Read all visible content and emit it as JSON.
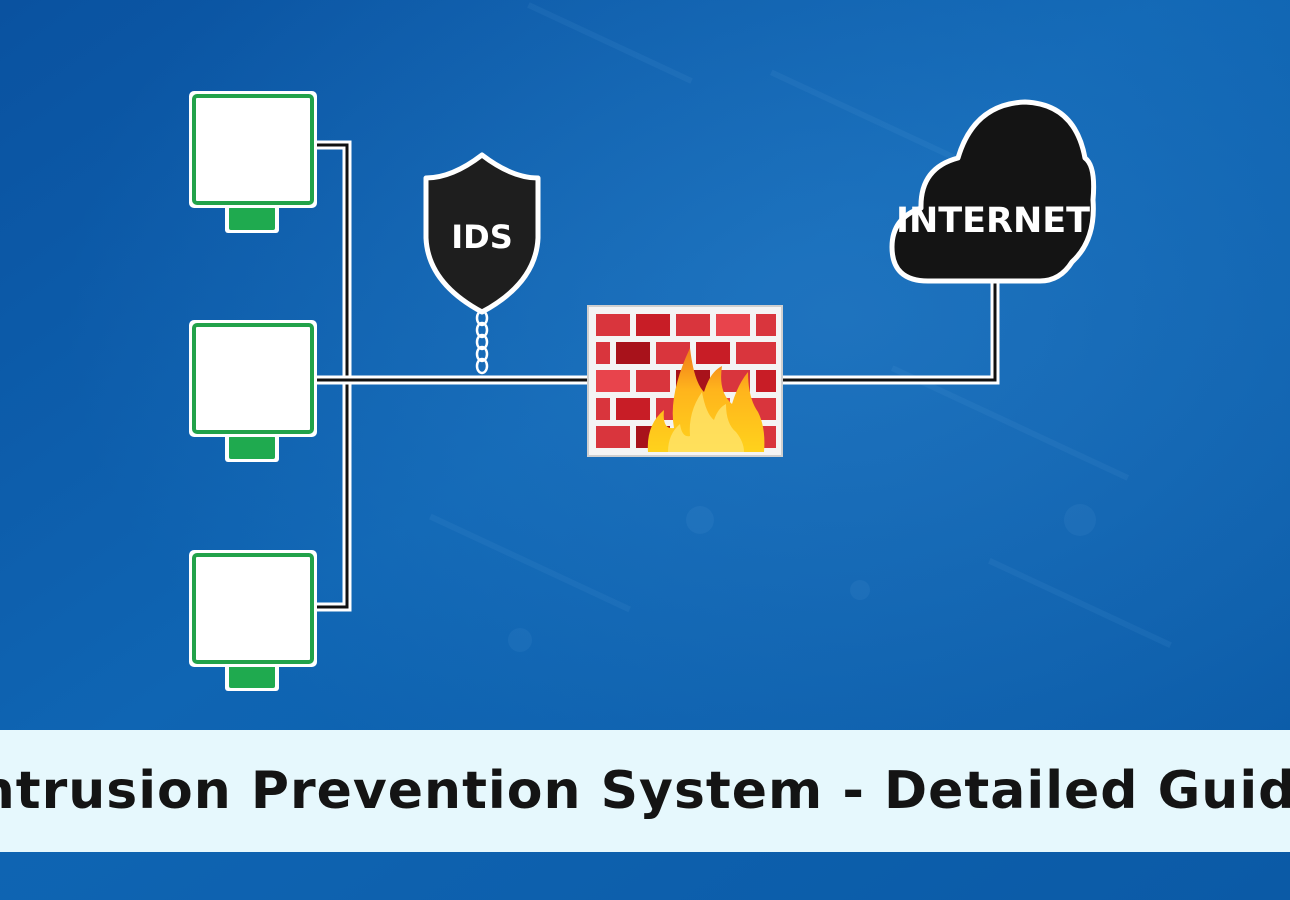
{
  "diagram": {
    "nodes": {
      "ids": {
        "label": "IDS",
        "icon": "shield-icon"
      },
      "internet": {
        "label": "INTERNET",
        "icon": "cloud-icon"
      },
      "firewall": {
        "icon": "firewall-icon"
      },
      "computers": [
        {
          "icon": "monitor-icon"
        },
        {
          "icon": "monitor-icon"
        },
        {
          "icon": "monitor-icon"
        }
      ]
    }
  },
  "caption": {
    "text": "Intrusion Prevention System - Detailed Guide"
  },
  "colors": {
    "background": "#0d5ea8",
    "monitor_border": "#22a24a",
    "monitor_stand": "#1faa4f",
    "shield": "#1e1e1e",
    "cloud": "#141414",
    "brick": "#d9353d",
    "flame": "#ffcb1f",
    "caption_band": "#e6f8fd"
  }
}
